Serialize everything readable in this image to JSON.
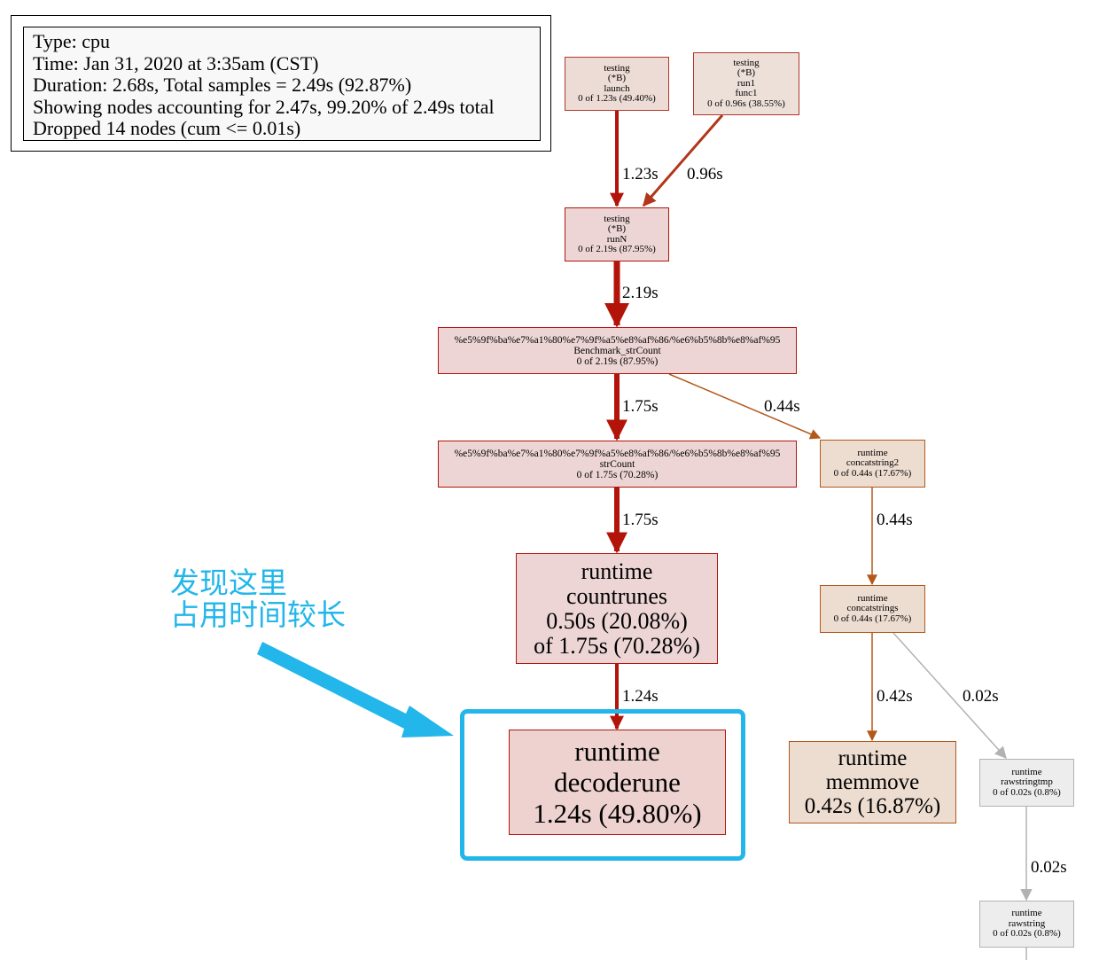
{
  "legend": {
    "lines": [
      "Type: cpu",
      "Time: Jan 31, 2020 at 3:35am (CST)",
      "Duration: 2.68s, Total samples = 2.49s (92.87%)",
      "Showing nodes accounting for 2.47s, 99.20% of 2.49s total",
      "Dropped 14 nodes (cum <= 0.01s)"
    ]
  },
  "nodes": {
    "launch": [
      "testing",
      "(*B)",
      "launch",
      "0 of 1.23s (49.40%)"
    ],
    "run1": [
      "testing",
      "(*B)",
      "run1",
      "func1",
      "0 of 0.96s (38.55%)"
    ],
    "runN": [
      "testing",
      "(*B)",
      "runN",
      "0 of 2.19s (87.95%)"
    ],
    "bench": [
      "%e5%9f%ba%e7%a1%80%e7%9f%a5%e8%af%86/%e6%b5%8b%e8%af%95",
      "Benchmark_strCount",
      "0 of 2.19s (87.95%)"
    ],
    "strcount": [
      "%e5%9f%ba%e7%a1%80%e7%9f%a5%e8%af%86/%e6%b5%8b%e8%af%95",
      "strCount",
      "0 of 1.75s (70.28%)"
    ],
    "concat2": [
      "runtime",
      "concatstring2",
      "0 of 0.44s (17.67%)"
    ],
    "countrunes": [
      "runtime",
      "countrunes",
      "0.50s (20.08%)",
      "of 1.75s (70.28%)"
    ],
    "concats": [
      "runtime",
      "concatstrings",
      "0 of 0.44s (17.67%)"
    ],
    "decoderune": [
      "runtime",
      "decoderune",
      "1.24s (49.80%)"
    ],
    "memmove": [
      "runtime",
      "memmove",
      "0.42s (16.87%)"
    ],
    "rawstringtmp": [
      "runtime",
      "rawstringtmp",
      "0 of 0.02s (0.8%)"
    ],
    "rawstring": [
      "runtime",
      "rawstring",
      "0 of 0.02s (0.8%)"
    ]
  },
  "edges": {
    "launch_runN": "1.23s",
    "run1_runN": "0.96s",
    "runN_bench": "2.19s",
    "bench_strcount": "1.75s",
    "bench_concat2": "0.44s",
    "strcount_countrunes": "1.75s",
    "concat2_concats": "0.44s",
    "countrunes_decoderune": "1.24s",
    "concats_memmove": "0.42s",
    "concats_rawstringtmp": "0.02s",
    "rawstringtmp_rawstring": "0.02s"
  },
  "annotation": {
    "line1": "发现这里",
    "line2": "占用时间较长"
  },
  "colors": {
    "edge_red": "#b2140a",
    "edge_orange": "#b2581a",
    "edge_grey": "#b2b2b2",
    "highlight": "#22b6ea"
  }
}
